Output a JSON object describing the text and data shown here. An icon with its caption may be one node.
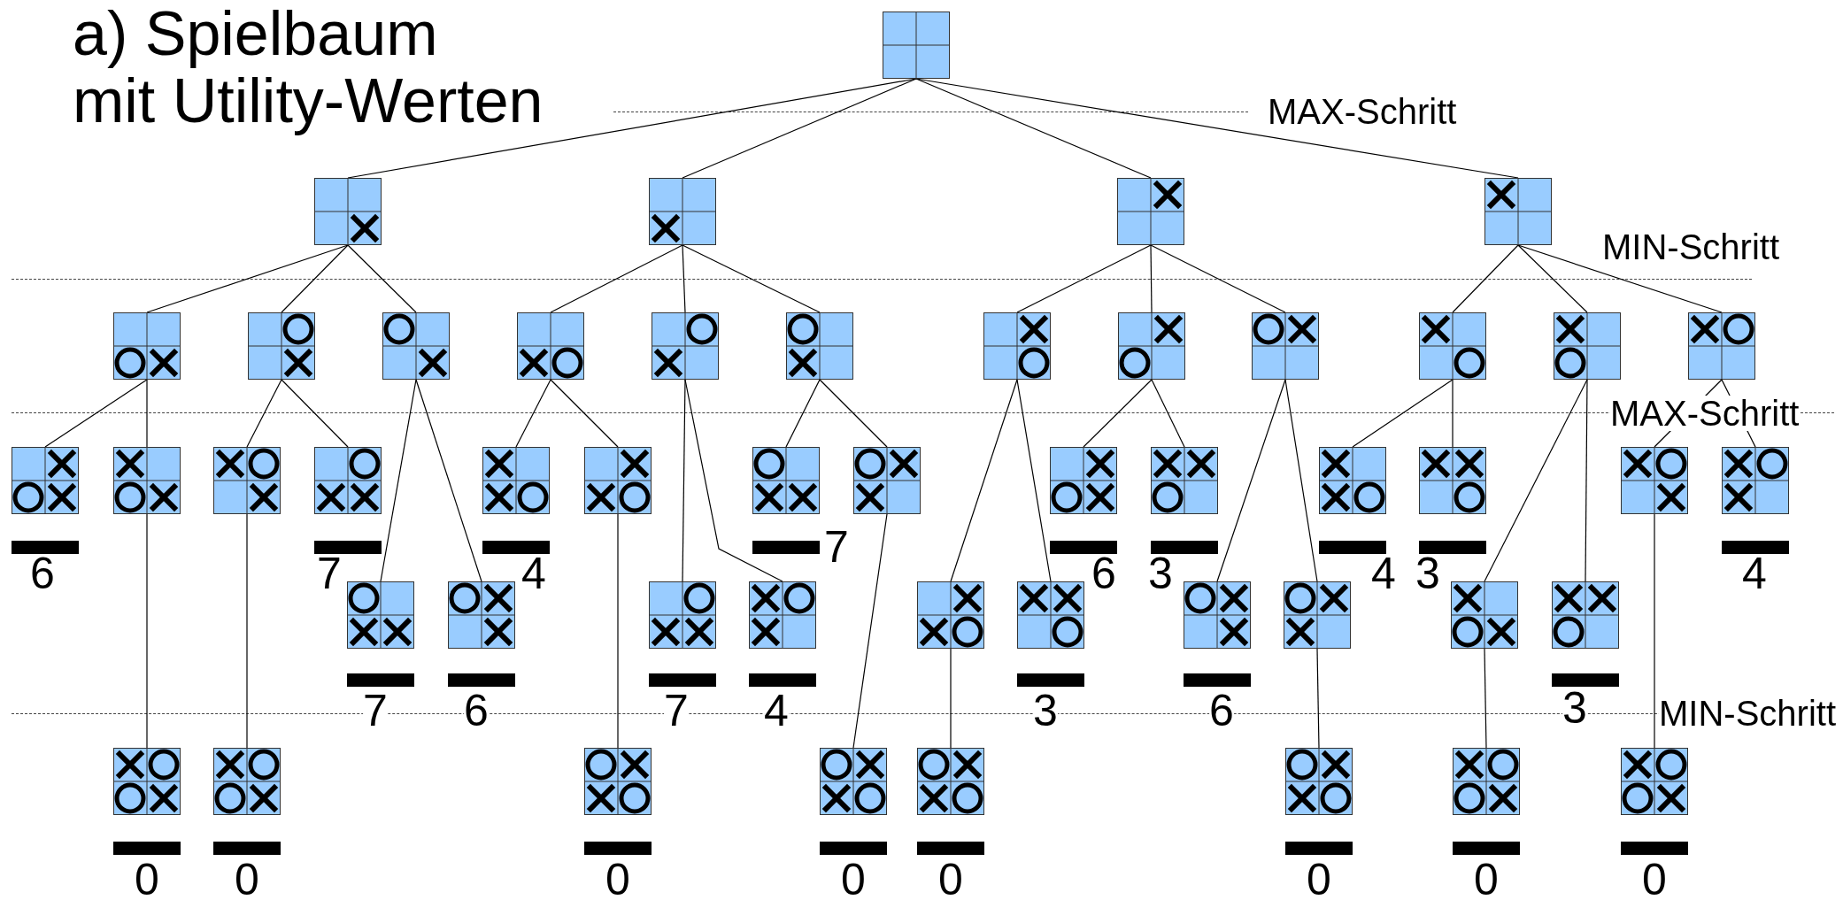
{
  "diagram": {
    "title": "a) Spielbaum mit Utility-Werten",
    "nodes": [
      {
        "text": [],
        "shape": "picture"
      },
      {
        "text": [],
        "shape": "picture"
      },
      {
        "text": [],
        "shape": "picture"
      },
      {
        "text": [],
        "shape": "picture"
      },
      {
        "text": [],
        "shape": "picture"
      },
      {
        "text": [],
        "shape": "picture"
      },
      {
        "text": [],
        "shape": "picture"
      },
      {
        "text": [],
        "shape": "picture"
      },
      {
        "text": [],
        "shape": "picture"
      },
      {
        "text": [],
        "shape": "picture"
      },
      {
        "text": [],
        "shape": "picture"
      },
      {
        "text": [],
        "shape": "picture"
      },
      {
        "text": [],
        "shape": "picture"
      },
      {
        "text": [],
        "shape": "picture"
      },
      {
        "text": [],
        "shape": "picture"
      },
      {
        "text": [],
        "shape": "picture"
      },
      {
        "text": [],
        "shape": "picture"
      },
      {
        "text": [],
        "shape": "picture"
      },
      {
        "text": [],
        "shape": "picture"
      },
      {
        "text": [],
        "shape": "picture"
      },
      {
        "text": [],
        "shape": "picture"
      },
      {
        "text": [],
        "shape": "picture"
      },
      {
        "text": [],
        "shape": "picture"
      },
      {
        "text": [],
        "shape": "picture"
      },
      {
        "text": [],
        "shape": "picture"
      },
      {
        "text": [],
        "shape": "picture"
      },
      {
        "text": [],
        "shape": "picture"
      },
      {
        "text": [],
        "shape": "picture"
      },
      {
        "text": [],
        "shape": "picture"
      },
      {
        "text": [],
        "shape": "picture"
      },
      {
        "text": [],
        "shape": "picture"
      },
      {
        "text": [],
        "shape": "picture"
      },
      {
        "text": [],
        "shape": "picture"
      },
      {
        "text": [],
        "shape": "picture"
      },
      {
        "text": [],
        "shape": "picture"
      },
      {
        "text": [],
        "shape": "picture"
      },
      {
        "text": [],
        "shape": "picture"
      },
      {
        "text": [],
        "shape": "picture"
      },
      {
        "text": [],
        "shape": "picture"
      },
      {
        "text": [],
        "shape": "picture"
      },
      {
        "text": [],
        "shape": "picture"
      },
      {
        "text": [],
        "shape": "picture"
      },
      {
        "text": [],
        "shape": "picture"
      },
      {
        "text": [],
        "shape": "picture"
      },
      {
        "text": [],
        "shape": "picture"
      },
      {
        "text": [],
        "shape": "picture"
      },
      {
        "text": [],
        "shape": "picture"
      },
      {
        "text": [],
        "shape": "picture"
      },
      {
        "text": [],
        "shape": "picture"
      },
      {
        "text": [],
        "shape": "bar",
        "beside": [
          "6"
        ]
      },
      {
        "text": [],
        "shape": "bar",
        "beside": [
          "7"
        ]
      },
      {
        "text": [],
        "shape": "bar",
        "beside": [
          "4"
        ]
      },
      {
        "text": [],
        "shape": "bar",
        "beside": [
          "7"
        ]
      },
      {
        "text": [],
        "shape": "bar",
        "beside": [
          "6"
        ]
      },
      {
        "text": [],
        "shape": "bar",
        "beside": [
          "3"
        ]
      },
      {
        "text": [],
        "shape": "bar",
        "beside": [
          "4"
        ]
      },
      {
        "text": [],
        "shape": "bar",
        "beside": [
          "3"
        ]
      },
      {
        "text": [],
        "shape": "bar",
        "beside": [
          "4"
        ]
      },
      {
        "text": [],
        "shape": "bar",
        "beside": [
          "7"
        ]
      },
      {
        "text": [],
        "shape": "bar",
        "beside": [
          "6"
        ]
      },
      {
        "text": [],
        "shape": "bar",
        "beside": [
          "7"
        ]
      },
      {
        "text": [],
        "shape": "bar",
        "beside": [
          "4"
        ]
      },
      {
        "text": [],
        "shape": "bar",
        "beside": [
          "3"
        ]
      },
      {
        "text": [],
        "shape": "bar",
        "beside": [
          "6"
        ]
      },
      {
        "text": [],
        "shape": "bar",
        "beside": [
          "3"
        ]
      },
      {
        "text": [],
        "shape": "bar",
        "beside": [
          "0"
        ]
      },
      {
        "text": [],
        "shape": "bar",
        "beside": [
          "0"
        ]
      },
      {
        "text": [],
        "shape": "bar",
        "beside": [
          "0"
        ]
      },
      {
        "text": [],
        "shape": "bar",
        "beside": [
          "0"
        ]
      },
      {
        "text": [],
        "shape": "bar",
        "beside": [
          "0"
        ]
      },
      {
        "text": [],
        "shape": "bar",
        "beside": [
          "0"
        ]
      },
      {
        "text": [],
        "shape": "bar",
        "beside": [
          "0"
        ]
      },
      {
        "text": [],
        "shape": "bar",
        "beside": [
          "0"
        ]
      }
    ],
    "edges": [
      {
        "from": 0,
        "to": 1,
        "arrow": "none"
      },
      {
        "from": 0,
        "to": 2,
        "arrow": "none"
      },
      {
        "from": 0,
        "to": 3,
        "arrow": "none"
      },
      {
        "from": 0,
        "to": 4,
        "arrow": "none"
      },
      {
        "from": 1,
        "to": 5,
        "arrow": "none"
      },
      {
        "from": 1,
        "to": 6,
        "arrow": "none"
      },
      {
        "from": 1,
        "to": 7,
        "arrow": "none"
      },
      {
        "from": 2,
        "to": 8,
        "arrow": "none"
      },
      {
        "from": 2,
        "to": 9,
        "arrow": "none"
      },
      {
        "from": 2,
        "to": 10,
        "arrow": "none"
      },
      {
        "from": 3,
        "to": 11,
        "arrow": "none"
      },
      {
        "from": 3,
        "to": 12,
        "arrow": "none"
      },
      {
        "from": 3,
        "to": 13,
        "arrow": "none"
      },
      {
        "from": 4,
        "to": 14,
        "arrow": "none"
      },
      {
        "from": 4,
        "to": 15,
        "arrow": "none"
      },
      {
        "from": 4,
        "to": 16,
        "arrow": "none"
      },
      {
        "from": 5,
        "to": 17,
        "arrow": "none"
      },
      {
        "from": 5,
        "to": 18,
        "arrow": "none"
      },
      {
        "from": 6,
        "to": 19,
        "arrow": "none"
      },
      {
        "from": 6,
        "to": 20,
        "arrow": "none"
      },
      {
        "from": 7,
        "to": 31,
        "arrow": "none"
      },
      {
        "from": 7,
        "to": 32,
        "arrow": "none"
      },
      {
        "from": 8,
        "to": 21,
        "arrow": "none"
      },
      {
        "from": 8,
        "to": 22,
        "arrow": "none"
      },
      {
        "from": 9,
        "to": 33,
        "arrow": "none"
      },
      {
        "from": 9,
        "to": 34,
        "arrow": "none"
      },
      {
        "from": 10,
        "to": 23,
        "arrow": "none"
      },
      {
        "from": 10,
        "to": 24,
        "arrow": "none"
      },
      {
        "from": 11,
        "to": 35,
        "arrow": "none"
      },
      {
        "from": 11,
        "to": 36,
        "arrow": "none"
      },
      {
        "from": 12,
        "to": 25,
        "arrow": "none"
      },
      {
        "from": 12,
        "to": 26,
        "arrow": "none"
      },
      {
        "from": 13,
        "to": 37,
        "arrow": "none"
      },
      {
        "from": 13,
        "to": 38,
        "arrow": "none"
      },
      {
        "from": 14,
        "to": 27,
        "arrow": "none"
      },
      {
        "from": 14,
        "to": 28,
        "arrow": "none"
      },
      {
        "from": 15,
        "to": 39,
        "arrow": "none"
      },
      {
        "from": 15,
        "to": 40,
        "arrow": "none"
      },
      {
        "from": 16,
        "to": 29,
        "arrow": "none"
      },
      {
        "from": 16,
        "to": 30,
        "arrow": "none"
      },
      {
        "from": 18,
        "to": 41,
        "arrow": "none"
      },
      {
        "from": 19,
        "to": 42,
        "arrow": "none"
      },
      {
        "from": 22,
        "to": 43,
        "arrow": "none"
      },
      {
        "from": 24,
        "to": 44,
        "arrow": "none"
      },
      {
        "from": 35,
        "to": 45,
        "arrow": "none"
      },
      {
        "from": 38,
        "to": 46,
        "arrow": "none"
      },
      {
        "from": 39,
        "to": 47,
        "arrow": "none"
      },
      {
        "from": 29,
        "to": 48,
        "arrow": "none"
      }
    ],
    "labels": [
      "MAX-Schritt",
      "MIN-Schritt",
      "MAX-Schritt",
      "MIN-Schritt"
    ]
  }
}
